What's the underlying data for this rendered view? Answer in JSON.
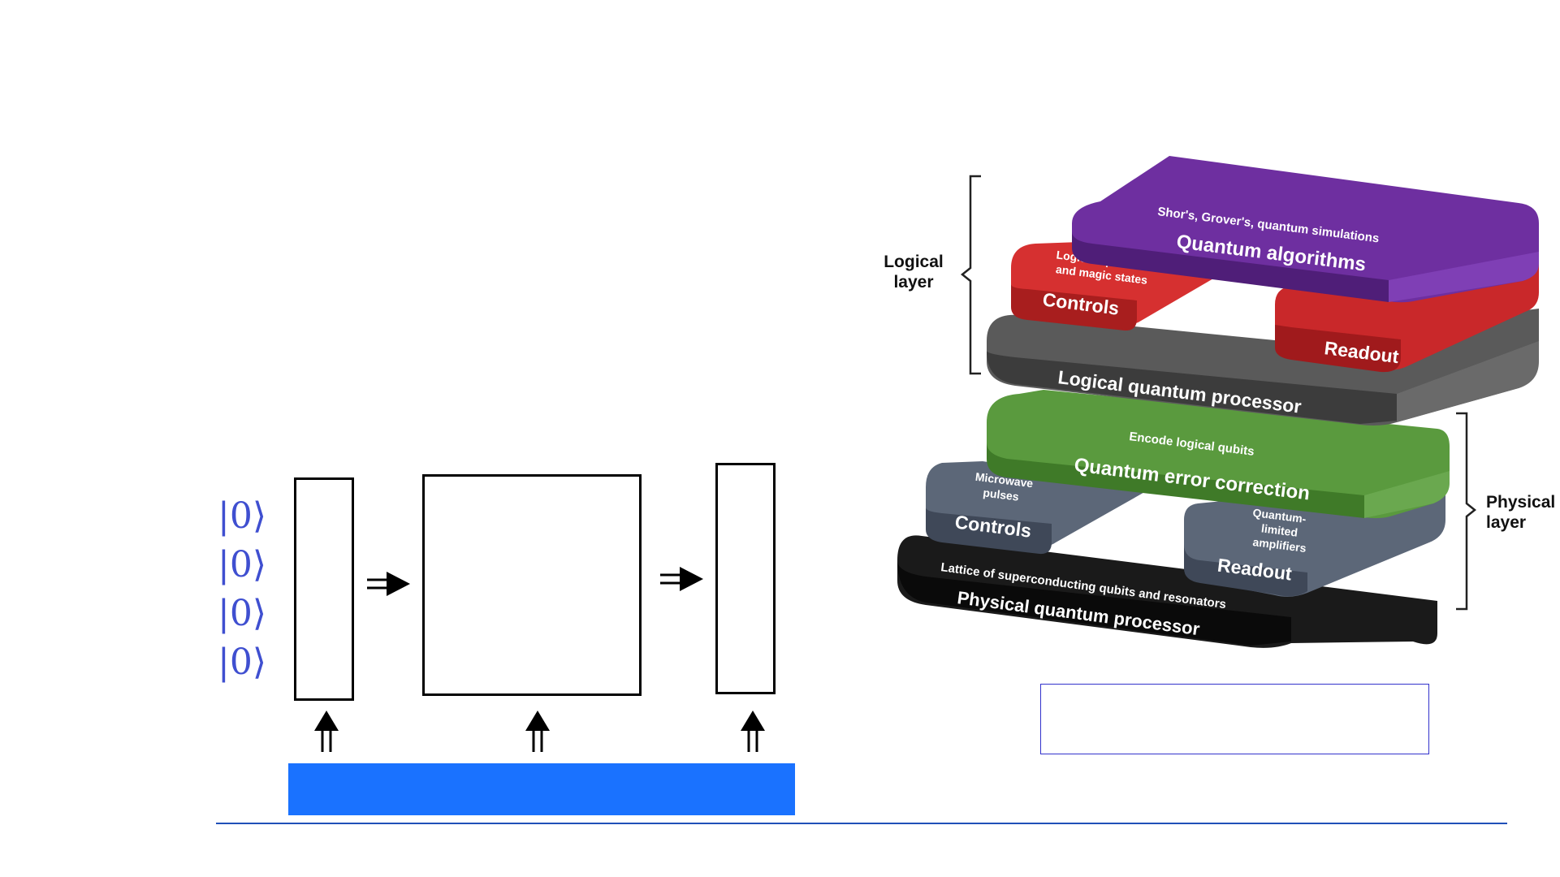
{
  "kets": [
    "|0⟩",
    "|0⟩",
    "|0⟩",
    "|0⟩"
  ],
  "stack": {
    "logical_bracket_label": [
      "Logical",
      "layer"
    ],
    "physical_bracket_label": [
      "Physical",
      "layer"
    ],
    "algorithms": {
      "title": "Quantum algorithms",
      "subtitle": "Shor's, Grover's, quantum simulations",
      "color": "#6a2d9a"
    },
    "logical_controls": {
      "title": "Controls",
      "subtitle": [
        "Logical operations",
        "and magic states"
      ],
      "color": "#d42020"
    },
    "logical_readout": {
      "title": "Readout",
      "color": "#d42020"
    },
    "logical_processor": {
      "title": "Logical quantum processor",
      "color": "#555555"
    },
    "error_correction": {
      "title": "Quantum error correction",
      "subtitle": "Encode logical qubits",
      "color": "#4f8a34"
    },
    "physical_controls": {
      "title": "Controls",
      "subtitle": [
        "Microwave",
        "pulses"
      ],
      "color": "#4a5568"
    },
    "physical_readout": {
      "title": "Readout",
      "subtitle": [
        "Quantum-",
        "limited",
        "amplifiers"
      ],
      "color": "#4a5568"
    },
    "physical_processor": {
      "title": "Physical quantum processor",
      "subtitle": "Lattice of superconducting qubits and resonators",
      "color": "#0a0a0a"
    }
  }
}
